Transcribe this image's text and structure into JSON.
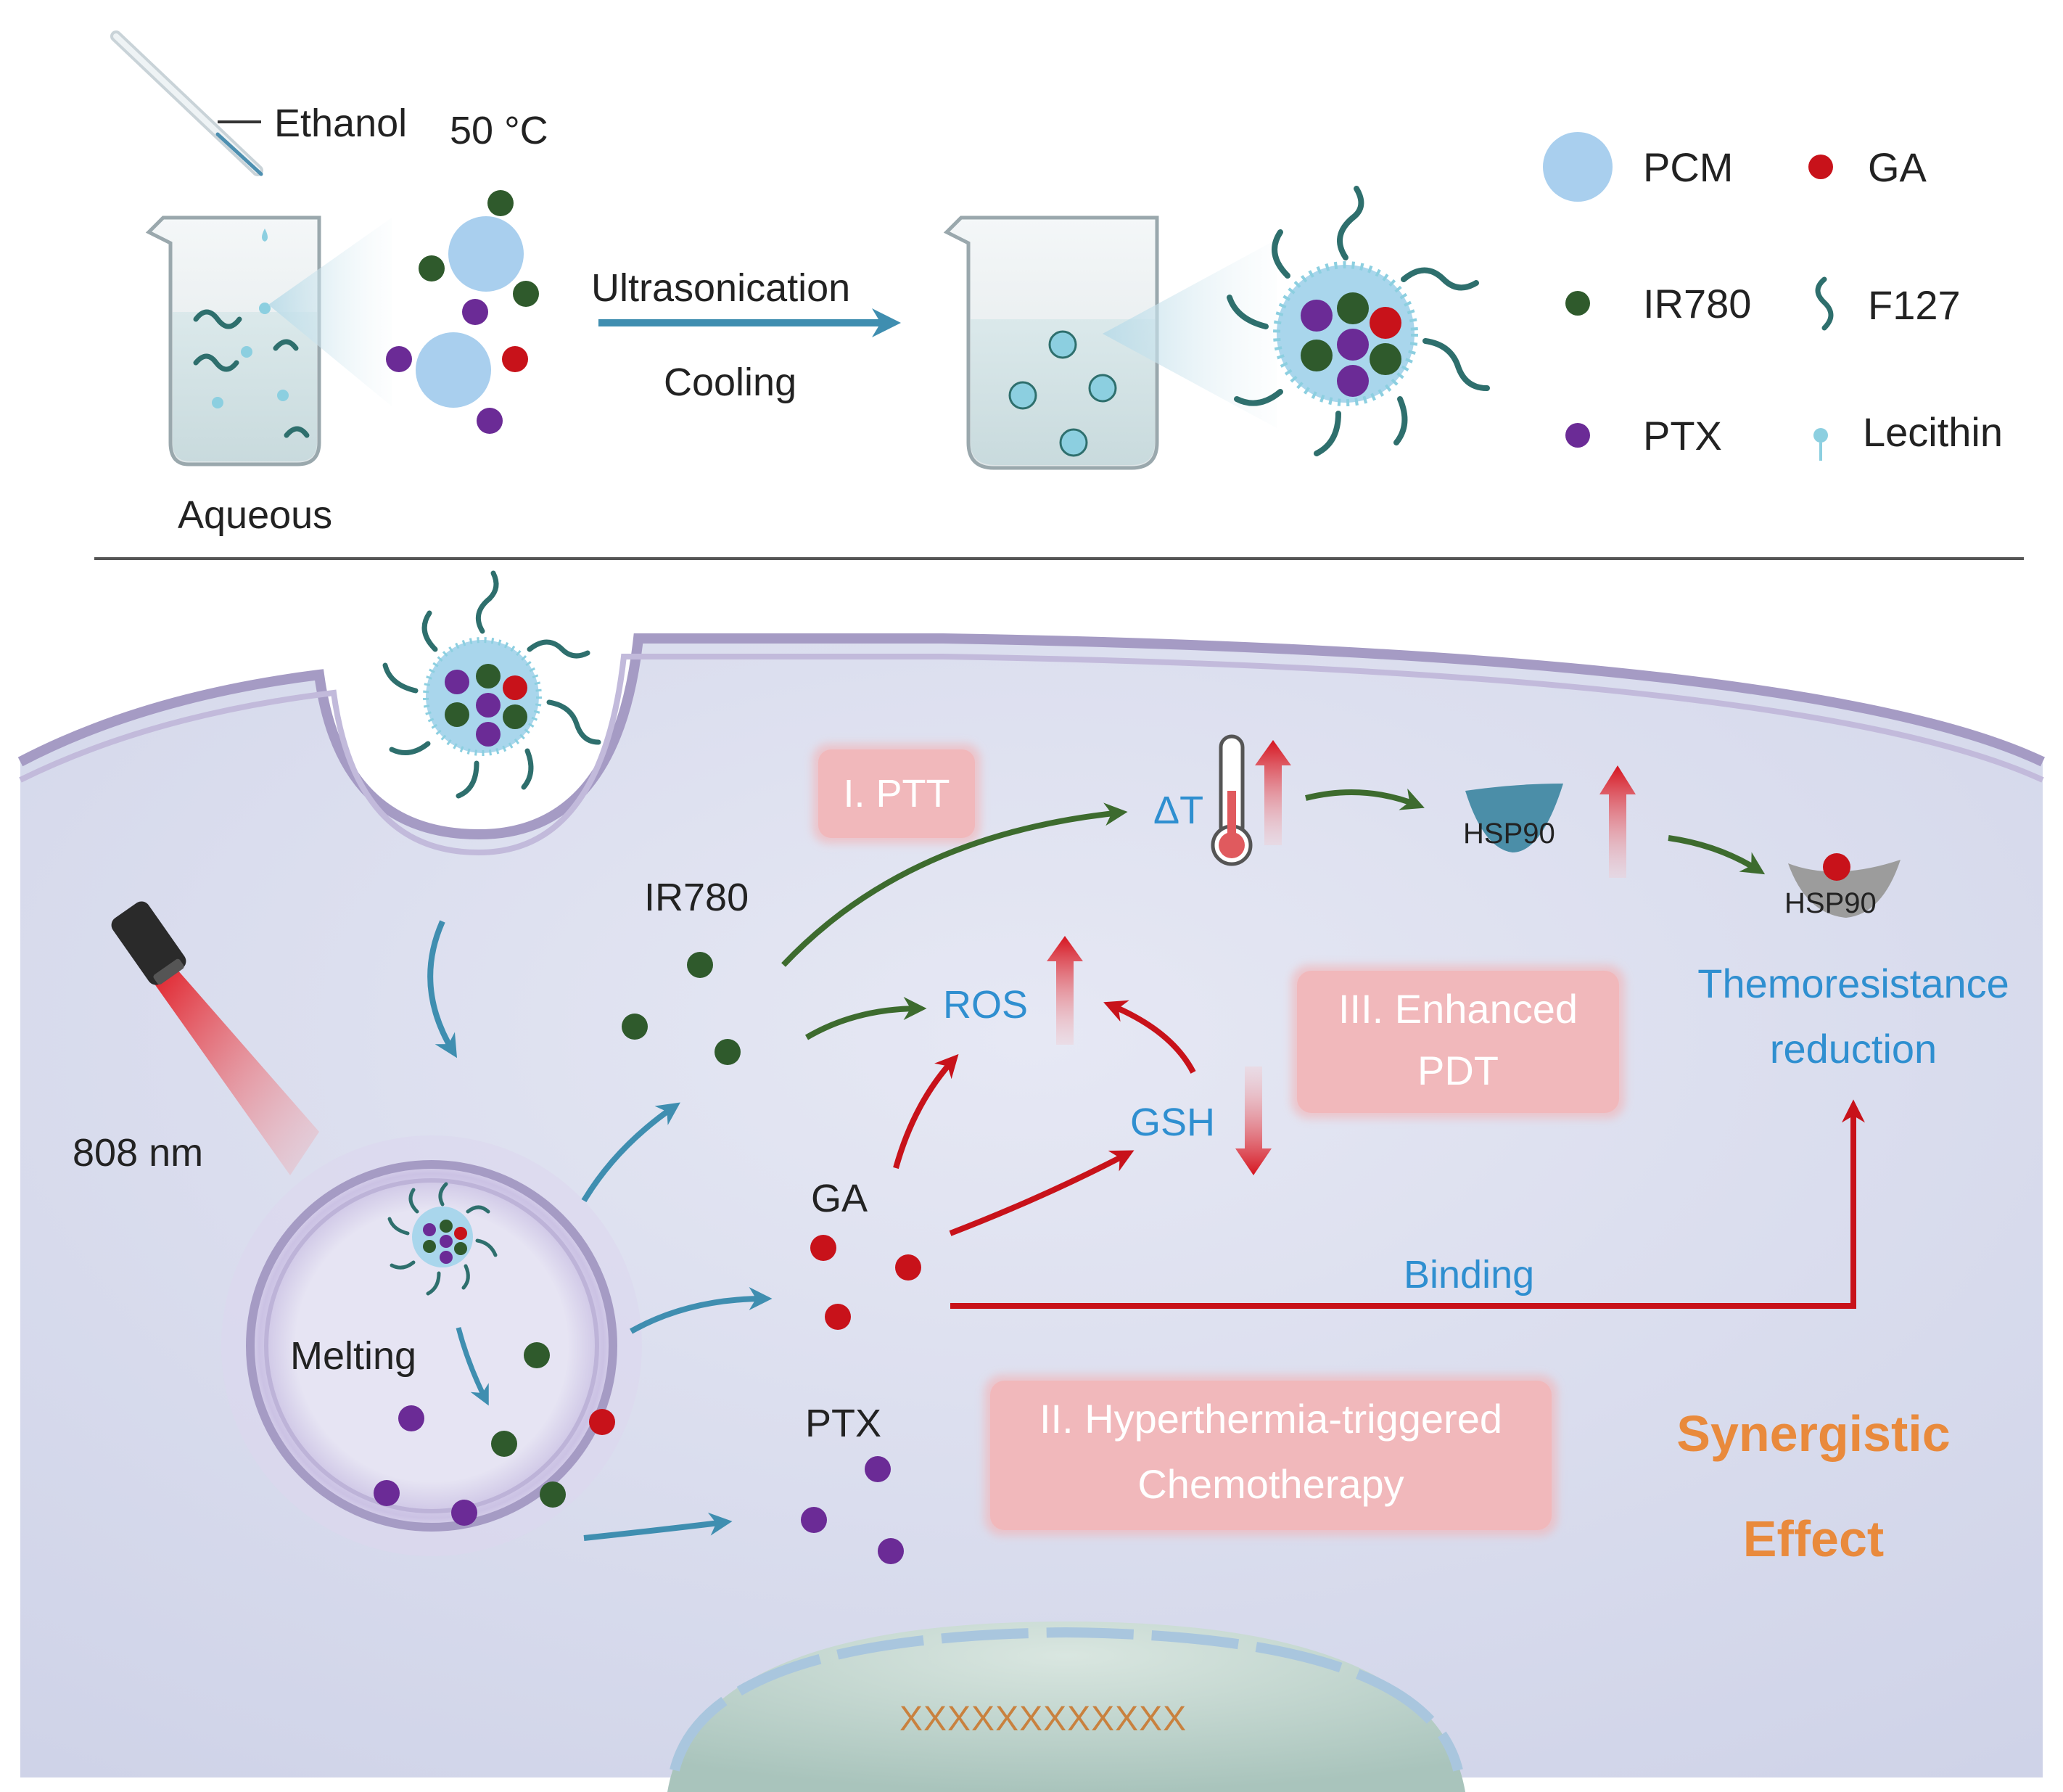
{
  "top_panel": {
    "ethanol_label": "Ethanol",
    "temperature_label": "50 °C",
    "aqueous_label": "Aqueous",
    "arrow_top_label": "Ultrasonication",
    "arrow_bottom_label": "Cooling"
  },
  "legend": [
    {
      "label": "PCM",
      "symbol": "large-blue-circle",
      "color": "#a9cfee"
    },
    {
      "label": "GA",
      "symbol": "red-dot",
      "color": "#c8121a"
    },
    {
      "label": "IR780",
      "symbol": "green-dot",
      "color": "#2f5a2c"
    },
    {
      "label": "F127",
      "symbol": "squiggle",
      "color": "#2e6f6d"
    },
    {
      "label": "PTX",
      "symbol": "purple-dot",
      "color": "#6b2b96"
    },
    {
      "label": "Lecithin",
      "symbol": "small-teal-lollipop",
      "color": "#8ccfe0"
    }
  ],
  "cell_panel": {
    "laser_label": "808 nm",
    "melting_label": "Melting",
    "ir780_label": "IR780",
    "ga_label": "GA",
    "ptx_label": "PTX",
    "ros_label": "ROS",
    "gsh_label": "GSH",
    "delta_t_label": "ΔT",
    "hsp90_label": "HSP90",
    "hsp90_bound_label": "HSP90",
    "binding_label": "Binding",
    "ptt_box": "I. PTT",
    "pdt_box_line1": "III. Enhanced",
    "pdt_box_line2": "PDT",
    "chemo_box_line1": "II. Hyperthermia-triggered",
    "chemo_box_line2": "Chemotherapy",
    "resistance_line1": "Themoresistance",
    "resistance_line2": "reduction",
    "synergy_line1": "Synergistic",
    "synergy_line2": "Effect",
    "dna_label": "XXXXXXXXXXXX"
  },
  "colors": {
    "teal_arrow": "#3f8eb0",
    "green_arrow": "#3d6b2e",
    "red_arrow": "#c8121a",
    "cell_bg": "#d4d8ec",
    "membrane": "#a59bc4",
    "box_fill": "#f1b8bb",
    "blue_text": "#2f8fd0",
    "orange_text": "#e98a3c"
  }
}
